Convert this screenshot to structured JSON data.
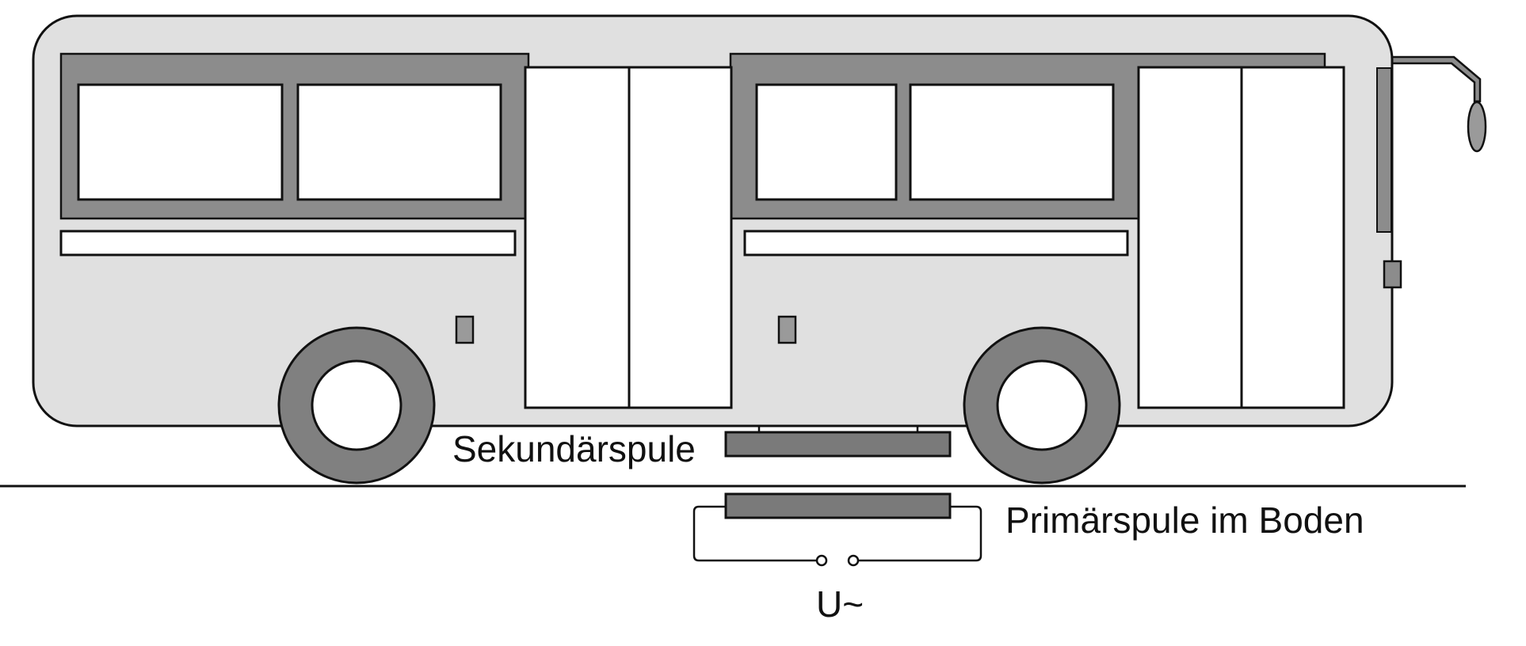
{
  "labels": {
    "secondary_coil": "Sekundärspule",
    "primary_coil": "Primärspule im Boden",
    "voltage": "U~"
  },
  "colors": {
    "bus_body": "#e0e0e0",
    "window_band": "#8c8c8c",
    "window_glass": "#ffffff",
    "tire": "#808080",
    "coil": "#7a7a7a",
    "outline": "#111111"
  }
}
